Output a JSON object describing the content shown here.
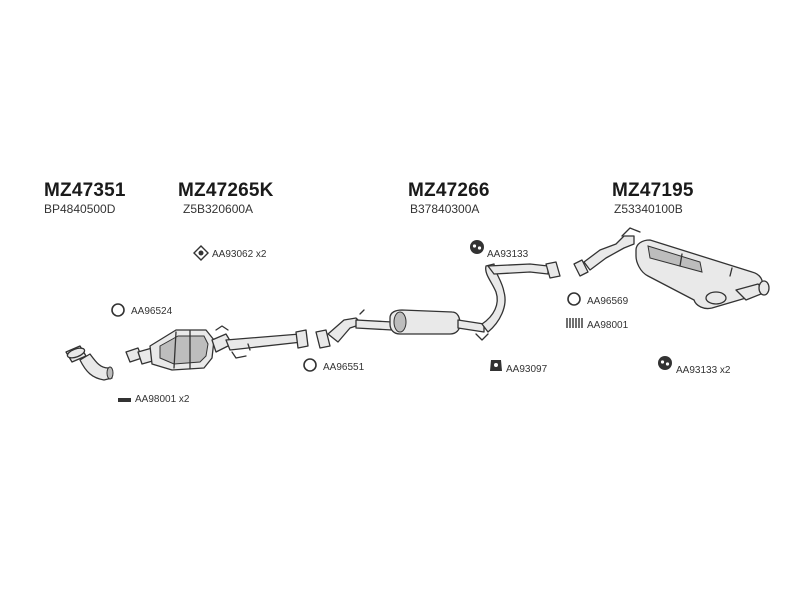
{
  "sections": [
    {
      "part_no": "MZ47351",
      "oem_no": "BP4840500D"
    },
    {
      "part_no": "MZ47265K",
      "oem_no": "Z5B320600A"
    },
    {
      "part_no": "MZ47266",
      "oem_no": "B37840300A"
    },
    {
      "part_no": "MZ47195",
      "oem_no": "Z53340100B"
    }
  ],
  "accessories": {
    "gasket_front": "AA96524",
    "spring_front": "AA98001 x2",
    "clamp_cat": "AA93062 x2",
    "gasket_mid": "AA96551",
    "hanger_mid_top": "AA93133",
    "hanger_mid_bottom": "AA93097",
    "gasket_rear": "AA96569",
    "spring_rear": "AA98001",
    "hanger_rear": "AA93133 x2"
  },
  "icons": {
    "gasket": "ring-gasket-icon",
    "spring": "spring-icon",
    "clamp": "clamp-icon",
    "hanger": "rubber-hanger-icon"
  },
  "colors": {
    "line": "#333333",
    "fill_light": "#e9e9e9",
    "fill_mid": "#bdbdbd",
    "text": "#1a1a1a"
  }
}
